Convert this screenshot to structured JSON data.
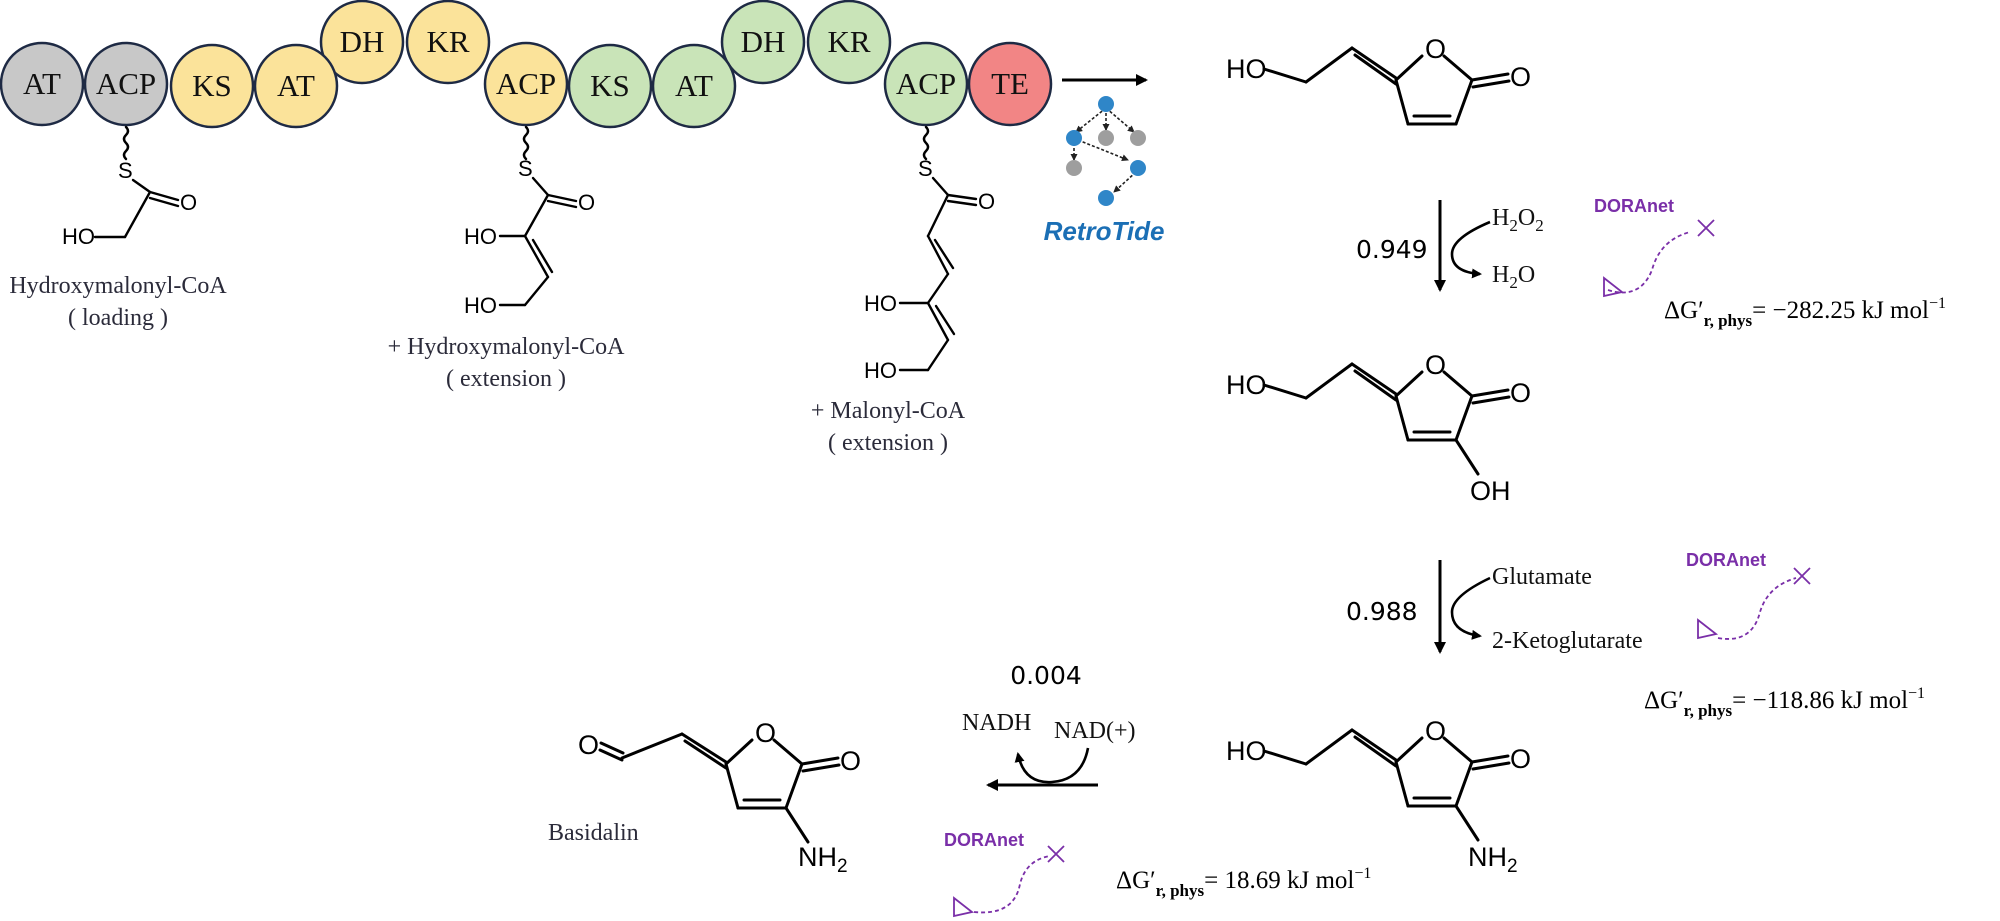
{
  "pks": {
    "domains": [
      {
        "label": "AT",
        "color": "#c8c8c8"
      },
      {
        "label": "ACP",
        "color": "#c8c8c8"
      },
      {
        "label": "KS",
        "color": "#fbe39a"
      },
      {
        "label": "AT",
        "color": "#fbe39a"
      },
      {
        "label": "DH",
        "color": "#fbe39a"
      },
      {
        "label": "KR",
        "color": "#fbe39a"
      },
      {
        "label": "ACP",
        "color": "#fbe39a"
      },
      {
        "label": "KS",
        "color": "#c9e4b8"
      },
      {
        "label": "AT",
        "color": "#c9e4b8"
      },
      {
        "label": "DH",
        "color": "#c9e4b8"
      },
      {
        "label": "KR",
        "color": "#c9e4b8"
      },
      {
        "label": "ACP",
        "color": "#c9e4b8"
      },
      {
        "label": "TE",
        "color": "#f28585"
      }
    ],
    "captions": {
      "loading_name": "Hydroxymalonyl-CoA",
      "loading_role": "( loading )",
      "ext1_name": "+ Hydroxymalonyl-CoA",
      "ext1_role": "( extension )",
      "ext2_name": "+ Malonyl-CoA",
      "ext2_role": "( extension )"
    },
    "tool": "RetroTide"
  },
  "atoms": {
    "S": "S",
    "O": "O",
    "HO": "HO",
    "OH": "OH",
    "NH": "NH",
    "sub2": "2"
  },
  "steps": {
    "step1": {
      "score": "0.949",
      "reagent_in_pre": "H",
      "reagent_in_sub1": "2",
      "reagent_in_mid": "O",
      "reagent_in_sub2": "2",
      "reagent_out_pre": "H",
      "reagent_out_sub": "2",
      "reagent_out_post": "O",
      "dg_value": "= −282.25 kJ mol"
    },
    "step2": {
      "score": "0.988",
      "reagent_in": "Glutamate",
      "reagent_out": "2-Ketoglutarate",
      "dg_value": "= −118.86 kJ mol"
    },
    "step3": {
      "score": "0.004",
      "reagent_in": "NAD(+)",
      "reagent_out": "NADH",
      "dg_value": "= 18.69 kJ mol"
    }
  },
  "dg_symbol": "ΔG′",
  "dg_sub": "r, phys",
  "dg_unit_exp": "−1",
  "dora_label": "DORAnet",
  "product_name": "Basidalin",
  "colors": {
    "gray_domain": "#c8c8c8",
    "yellow_domain": "#fbe39a",
    "green_domain": "#c9e4b8",
    "te_domain": "#f28585",
    "domain_border": "#1e2a44",
    "retrotide_blue": "#1b6fb5",
    "doranet_purple": "#7a2fa8"
  }
}
